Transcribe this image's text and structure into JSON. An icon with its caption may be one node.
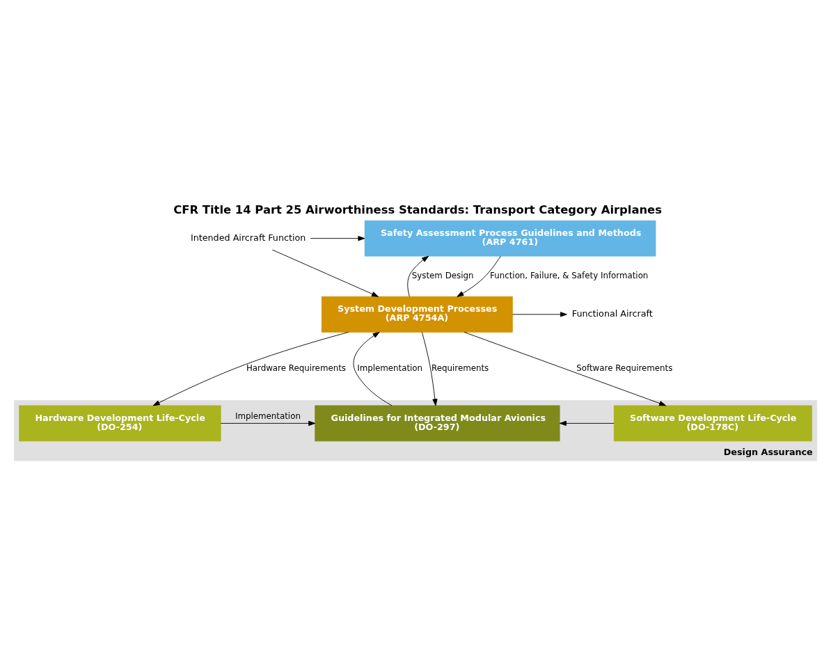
{
  "diagram": {
    "title": "CFR Title 14 Part 25 Airworthiness Standards: Transport Category Airplanes",
    "nodes": [
      {
        "text": [
          "Intended Aircraft Function"
        ]
      },
      {
        "text": [
          "Safety Assessment Process Guidelines and Methods",
          "(ARP 4761)"
        ]
      },
      {
        "text": [
          "System Development Processes",
          "(ARP 4754A)"
        ]
      },
      {
        "text": [
          "Functional Aircraft"
        ]
      },
      {
        "text": [
          "Design Assurance"
        ]
      },
      {
        "text": [
          "Guidelines for Integrated Modular Avionics",
          "(DO-297)"
        ],
        "in": 4
      },
      {
        "text": [
          "Hardware Development Life-Cycle",
          "(DO-254)"
        ],
        "in": 4
      },
      {
        "text": [
          "Software Development Life-Cycle",
          "(DO-178C)"
        ],
        "in": 4
      }
    ],
    "edges": [
      {
        "from": 0,
        "to": 1,
        "arrow": "to"
      },
      {
        "from": 0,
        "to": 2,
        "arrow": "to"
      },
      {
        "from": 1,
        "to": 2,
        "label": "Function, Failure, & Safety Information",
        "arrow": "to"
      },
      {
        "from": 2,
        "to": 1,
        "label": "System Design",
        "arrow": "to"
      },
      {
        "from": 2,
        "to": 3,
        "arrow": "to"
      },
      {
        "from": 2,
        "to": 5,
        "label": "Requirements",
        "arrow": "to"
      },
      {
        "from": 5,
        "to": 2,
        "label": "Implementation",
        "arrow": "to"
      },
      {
        "from": 2,
        "to": 6,
        "label": "Hardware Requirements",
        "arrow": "to"
      },
      {
        "from": 2,
        "to": 7,
        "label": "Software Requirements",
        "arrow": "to"
      },
      {
        "from": 6,
        "to": 5,
        "label": "Implementation",
        "arrow": "to"
      },
      {
        "from": 7,
        "to": 5,
        "arrow": "to"
      }
    ]
  }
}
